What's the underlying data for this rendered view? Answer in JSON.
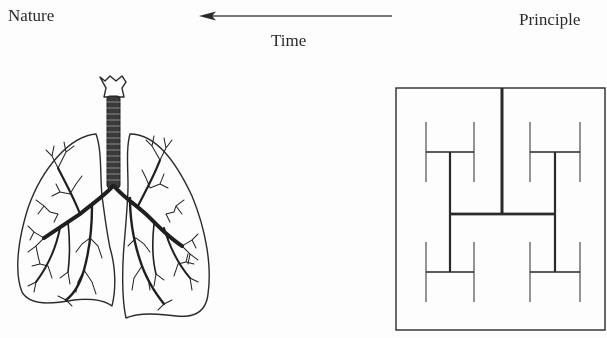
{
  "labels": {
    "left": "Nature",
    "arrow": "Time",
    "right": "Principle"
  },
  "colors": {
    "ink": "#2a2a2a",
    "background": "#fdfdfd"
  }
}
